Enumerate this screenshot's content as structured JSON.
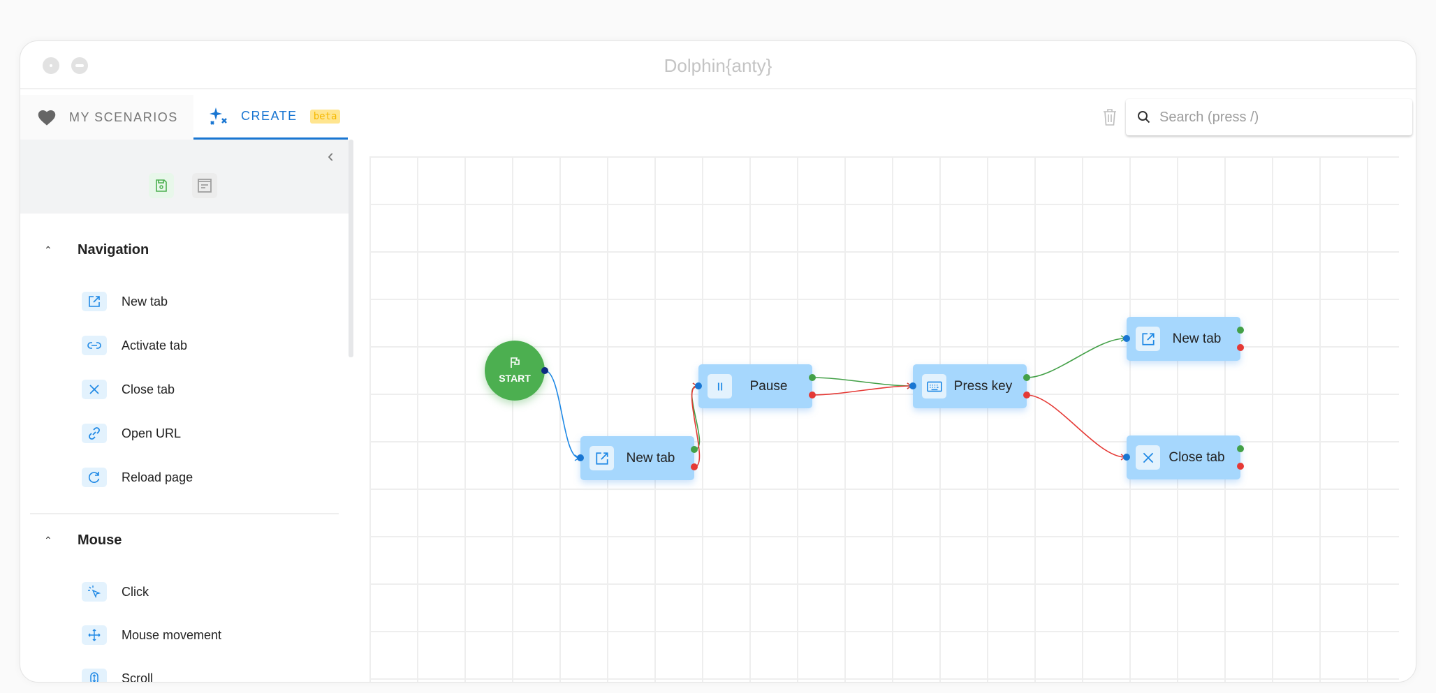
{
  "window": {
    "title": "Dolphin{anty}"
  },
  "tabs": [
    {
      "label": "MY SCENARIOS",
      "icon": "heart-icon",
      "active": false
    },
    {
      "label": "CREATE",
      "icon": "sparkles-icon",
      "badge": "beta",
      "active": true
    }
  ],
  "toolbar": {
    "search_placeholder": "Search (press /)",
    "search_value": "",
    "trash_icon": "trash-icon"
  },
  "sidebar": {
    "tools": [
      {
        "icon": "save-icon"
      },
      {
        "icon": "template-icon"
      }
    ],
    "sections": [
      {
        "title": "Navigation",
        "items": [
          {
            "label": "New tab",
            "icon": "open-in-new-icon"
          },
          {
            "label": "Activate tab",
            "icon": "link-icon"
          },
          {
            "label": "Close tab",
            "icon": "close-icon"
          },
          {
            "label": "Open URL",
            "icon": "chain-link-icon"
          },
          {
            "label": "Reload page",
            "icon": "reload-icon"
          }
        ]
      },
      {
        "title": "Mouse",
        "items": [
          {
            "label": "Click",
            "icon": "click-icon"
          },
          {
            "label": "Mouse movement",
            "icon": "move-icon"
          },
          {
            "label": "Scroll",
            "icon": "scroll-icon"
          }
        ]
      }
    ]
  },
  "canvas": {
    "start": {
      "label": "START",
      "icon": "flag-icon"
    },
    "nodes": [
      {
        "id": "n1",
        "label": "New tab",
        "icon": "open-in-new-icon"
      },
      {
        "id": "n2",
        "label": "Pause",
        "icon": "pause-icon"
      },
      {
        "id": "n3",
        "label": "Press key",
        "icon": "keyboard-icon"
      },
      {
        "id": "n4",
        "label": "New tab",
        "icon": "open-in-new-icon"
      },
      {
        "id": "n5",
        "label": "Close tab",
        "icon": "close-icon"
      }
    ],
    "edges": [
      {
        "from": "start",
        "port": "out",
        "to": "n1"
      },
      {
        "from": "n1",
        "port": "success",
        "to": "n2"
      },
      {
        "from": "n1",
        "port": "error",
        "to": "n2"
      },
      {
        "from": "n2",
        "port": "success",
        "to": "n3"
      },
      {
        "from": "n2",
        "port": "error",
        "to": "n3"
      },
      {
        "from": "n3",
        "port": "success",
        "to": "n4"
      },
      {
        "from": "n3",
        "port": "error",
        "to": "n5"
      }
    ]
  },
  "colors": {
    "accent": "#1976d2",
    "node": "#a6d7fd",
    "start": "#4caf50",
    "success": "#43a047",
    "error": "#e53935",
    "start_edge": "#1e88e5"
  }
}
